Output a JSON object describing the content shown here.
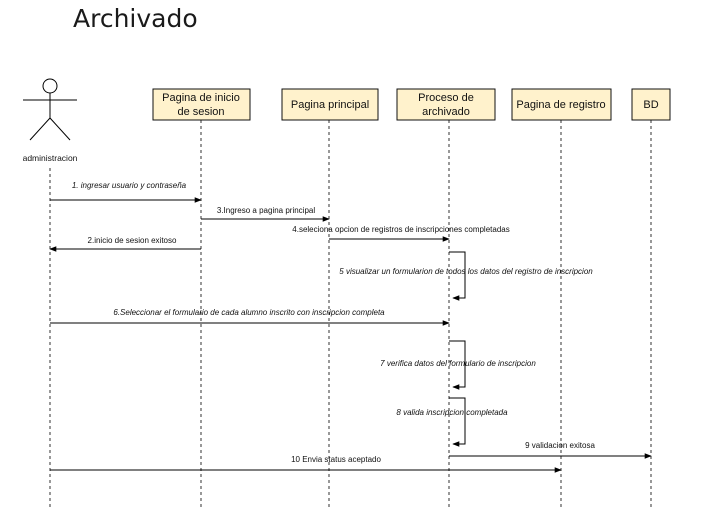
{
  "title": "Archivado",
  "actor": {
    "label": "administracion"
  },
  "participants": [
    {
      "line1": "Pagina de inicio",
      "line2": "de sesion"
    },
    {
      "line1": "Pagina principal",
      "line2": ""
    },
    {
      "line1": "Proceso de",
      "line2": "archivado"
    },
    {
      "line1": "Pagina de registro",
      "line2": ""
    },
    {
      "line1": "BD",
      "line2": ""
    }
  ],
  "messages": [
    {
      "label": "1. ingresar usuario y contraseña"
    },
    {
      "label": "3.Ingreso a pagina principal"
    },
    {
      "label": "4.seleciona opcion de registros de inscripciones completadas"
    },
    {
      "label": "2.inicio de sesion exitoso"
    },
    {
      "label": "5 visualizar un formularion de todos los datos del registro de inscripcion"
    },
    {
      "label": "6.Seleccionar el formulario de cada alumno inscrito con inscripcion completa"
    },
    {
      "label": "7 verifica datos del formulario de inscripcion"
    },
    {
      "label": "8 valida inscripcion completada"
    },
    {
      "label": "9 validacion exitosa"
    },
    {
      "label": "10 Envia status aceptado"
    }
  ],
  "colors": {
    "box_fill": "#fff2cc",
    "box_stroke": "#111111",
    "line": "#000000"
  }
}
